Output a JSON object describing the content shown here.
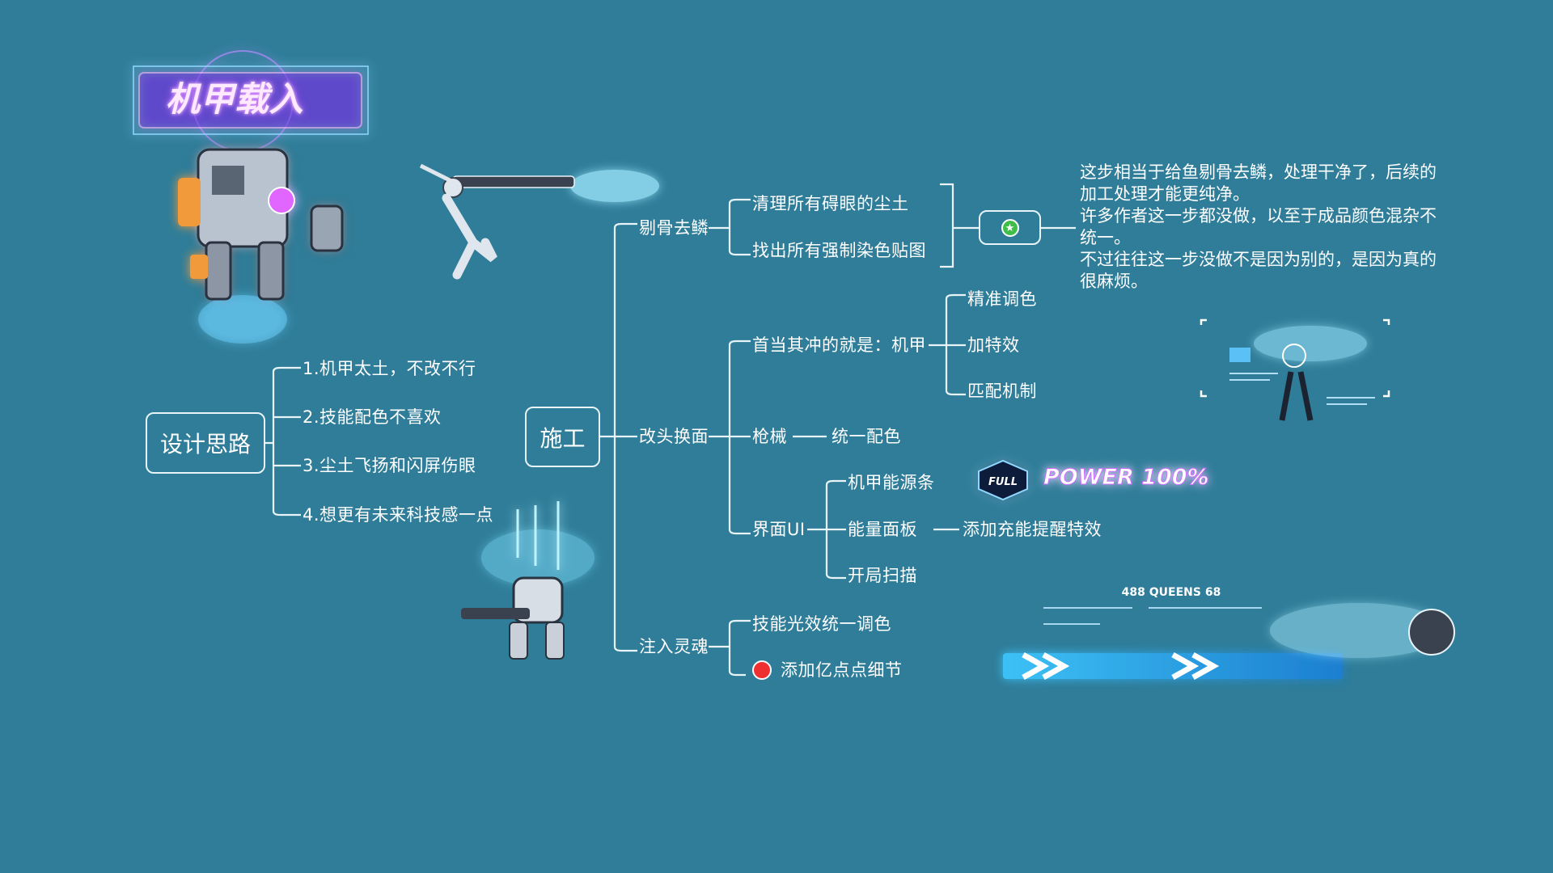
{
  "logo": {
    "text": "机甲载入"
  },
  "design": {
    "label": "设计思路",
    "items": [
      "1.机甲太土，不改不行",
      "2.技能配色不喜欢",
      "3.尘土飞扬和闪屏伤眼",
      "4.想更有未来科技感一点"
    ]
  },
  "build": {
    "label": "施工",
    "strip": {
      "label": "剔骨去鳞",
      "items": [
        "清理所有碍眼的尘土",
        "找出所有强制染色贴图"
      ]
    },
    "makeover": {
      "label": "改头换面",
      "mech": {
        "label": "首当其冲的就是：机甲",
        "items": [
          "精准调色",
          "加特效",
          "匹配机制"
        ]
      },
      "gun": {
        "label": "枪械",
        "child": "统一配色"
      },
      "ui": {
        "label": "界面UI",
        "items": [
          "机甲能源条",
          "能量面板",
          "开局扫描"
        ],
        "panel_child": "添加充能提醒特效"
      }
    },
    "soul": {
      "label": "注入灵魂",
      "items": [
        "技能光效统一调色",
        "添加亿点点细节"
      ]
    }
  },
  "note": {
    "lines": [
      "这步相当于给鱼剔骨去鳞，处理干净了，后续的加工处理才能更纯净。",
      "许多作者这一步都没做，以至于成品颜色混杂不统一。",
      "不过往往这一步没做不是因为别的，是因为真的很麻烦。"
    ]
  },
  "power": {
    "badge": "FULL",
    "text": "POWER 100%"
  },
  "queue": {
    "text": "488 QUEENS 68"
  },
  "colors": {
    "background": "#2f7d99",
    "line": "#e8f4f8",
    "neon": "#c86cff",
    "glow": "#7fe2ff"
  }
}
